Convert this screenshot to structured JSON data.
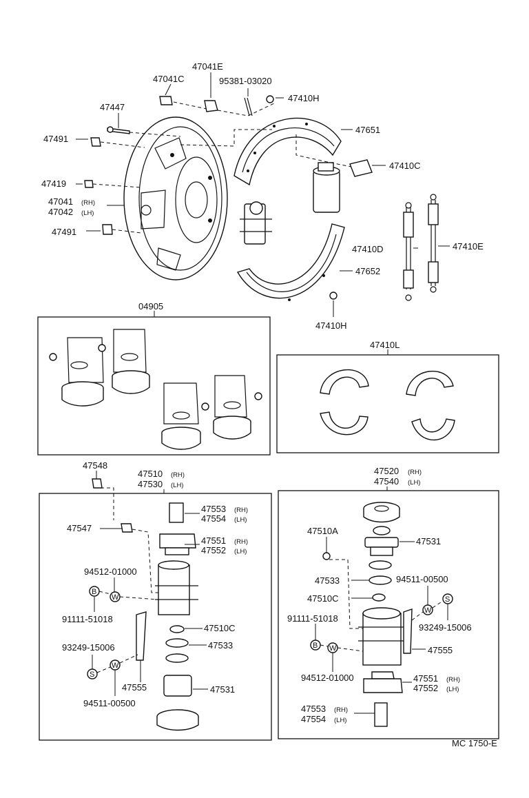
{
  "labels": {
    "p47041E": "47041E",
    "p47041C": "47041C",
    "p95381": "95381-03020",
    "p47410H_top": "47410H",
    "p47447": "47447",
    "p47651": "47651",
    "p47491_top": "47491",
    "p47410C": "47410C",
    "p47419": "47419",
    "p47041": "47041",
    "p47041_rl": "(RH)",
    "p47042": "47042",
    "p47042_rl": "(LH)",
    "p47491_bot": "47491",
    "p47410D": "47410D",
    "p47410E": "47410E",
    "p47652": "47652",
    "p47410H_bot": "47410H",
    "p04905": "04905",
    "p47410L": "47410L",
    "p47548": "47548",
    "p47510": "47510",
    "p47510_rl": "(RH)",
    "p47530": "47530",
    "p47530_rl": "(LH)",
    "p47520": "47520",
    "p47520_rl": "(RH)",
    "p47540": "47540",
    "p47540_rl": "(LH)",
    "p47553_L": "47553",
    "p47553_L_rl": "(RH)",
    "p47554_L": "47554",
    "p47554_L_rl": "(LH)",
    "p47547": "47547",
    "p47551_L": "47551",
    "p47551_L_rl": "(RH)",
    "p47552_L": "47552",
    "p47552_L_rl": "(LH)",
    "p94512_L": "94512-01000",
    "p91111_L": "91111-51018",
    "p47510C_L": "47510C",
    "p93249_L": "93249-15006",
    "p47533_L": "47533",
    "p47555_L": "47555",
    "p47531_L": "47531",
    "p94511_L": "94511-00500",
    "p47510A": "47510A",
    "p47531_R": "47531",
    "p47533_R": "47533",
    "p94511_R": "94511-00500",
    "p47510C_R": "47510C",
    "p91111_R": "91111-51018",
    "p93249_R": "93249-15006",
    "p47555_R": "47555",
    "p94512_R": "94512-01000",
    "p47551_R": "47551",
    "p47551_R_rl": "(RH)",
    "p47552_R": "47552",
    "p47552_R_rl": "(LH)",
    "p47553_R": "47553",
    "p47553_R_rl": "(RH)",
    "p47554_R": "47554",
    "p47554_R_rl": "(LH)"
  },
  "symbols": {
    "bolt": "B",
    "washer": "W",
    "spring_washer": "S"
  },
  "footer": {
    "code": "MC  1750-E"
  }
}
